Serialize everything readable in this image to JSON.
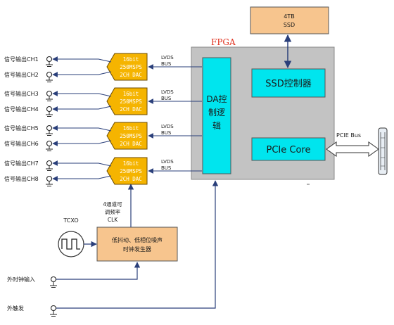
{
  "fpga": {
    "title": "FPGA"
  },
  "ssd": {
    "line1": "4TB",
    "line2": "SSD"
  },
  "ssd_controller": {
    "label": "SSD控制器"
  },
  "pcie_core": {
    "label": "PCIe Core"
  },
  "pcie_bus": {
    "label": "PCIE Bus"
  },
  "da_logic": {
    "line1": "DA控",
    "line2": "制逻",
    "line3": "辑"
  },
  "dac": {
    "line1": "16bit",
    "line2": "250MSPS",
    "line3": "2CH DAC"
  },
  "lvds": {
    "line1": "LVDS",
    "line2": "BUS"
  },
  "outputs": [
    "信号输出CH1",
    "信号输出CH2",
    "信号输出CH3",
    "信号输出CH4",
    "信号输出CH5",
    "信号输出CH6",
    "信号输出CH7",
    "信号输出CH8"
  ],
  "clock_gen": {
    "line1": "低抖动、低相位噪声",
    "line2": "时钟发生器"
  },
  "tcxo": {
    "label": "TCXO"
  },
  "clk_annotation": {
    "line1": "4通道可",
    "line2": "调频率",
    "line3": "CLK"
  },
  "ext_clock": {
    "label": "外时钟输入"
  },
  "ext_trigger": {
    "label": "外触发"
  },
  "colors": {
    "fpga_fill": "#c3c3c3",
    "cyan": "#00e5ee",
    "orange": "#f7c58e",
    "dac": "#f5b400",
    "line": "#2a3f7a",
    "fpga_title": "#e0301e"
  }
}
